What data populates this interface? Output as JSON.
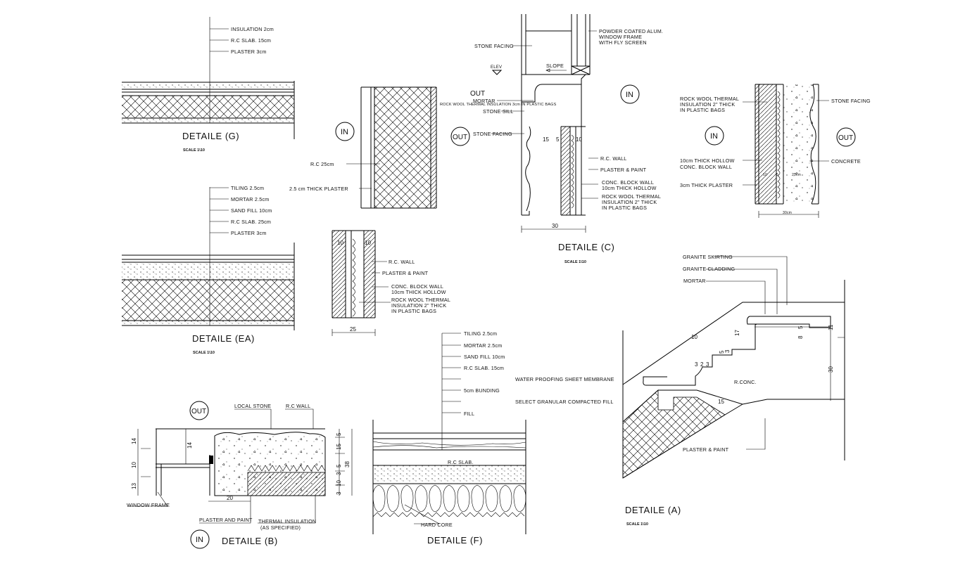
{
  "details": {
    "g": {
      "title": "DETAILE (G)",
      "scale": "SCALE 1\\10",
      "labels": [
        "INSULATION 2cm",
        "R.C SLAB. 15cm",
        "PLASTER 3cm"
      ]
    },
    "ea": {
      "title": "DETAILE (EA)",
      "scale": "SCALE 1\\10",
      "labels": [
        "TILING 2.5cm",
        "MORTAR 2.5cm",
        "SAND FILL 10cm",
        "R.C SLAB. 25cm",
        "PLASTER 3cm"
      ]
    },
    "wall1": {
      "in": "IN",
      "labels": [
        "R.C 25cm",
        "2.5 cm THICK PLASTER"
      ],
      "insulation": "ROCK WOOL THERMAL INSULATION 3cm IN PLASTIC BAGS"
    },
    "wall2": {
      "dims": [
        "10",
        "10",
        "25"
      ],
      "labels": [
        "R.C. WALL",
        "PLASTER & PAINT",
        "CONC. BLOCK WALL",
        "10cm THICK HOLLOW",
        "ROCK WOOL THERMAL",
        "INSULATION 2\" THICK",
        "IN PLASTIC BAGS"
      ]
    },
    "c": {
      "title": "DETAILE (C)",
      "scale": "SCALE 1\\10",
      "out_top": "OUT",
      "out": "OUT",
      "in": "IN",
      "elev": "ELEV",
      "slope": "SLOPE",
      "labels_left": [
        "STONE FACING",
        "MORTAR",
        "STONE SILL",
        "STONE FACING"
      ],
      "labels_right": [
        "POWDER COATED ALUM.",
        "WINDOW FRAME",
        "WITH FLY SCREEN",
        "R.C. WALL",
        "PLASTER & PAINT",
        "CONC. BLOCK WALL",
        "10cm THICK HOLLOW",
        "ROCK WOOL THERMAL",
        "INSULATION 2\" THICK",
        "IN PLASTIC BAGS"
      ],
      "dims": [
        "15",
        "5",
        "10",
        "30"
      ]
    },
    "wall3": {
      "in": "IN",
      "out": "OUT",
      "labels_left": [
        "ROCK WOOL THERMAL",
        "INSULATION 2\" THICK",
        "IN PLASTIC BAGS",
        "10cm THICK HOLLOW",
        "CONC. BLOCK WALL",
        "3cm THICK PLASTER"
      ],
      "labels_right": [
        "STONE FACING",
        "CONCRETE"
      ],
      "dims": [
        "10",
        "5",
        "25cm",
        "30cm"
      ]
    },
    "b": {
      "title": "DETAILE (B)",
      "out": "OUT",
      "in": "IN",
      "labels": [
        "LOCAL STONE",
        "R.C WALL",
        "WINDOW FRAME",
        "PLASTER AND PAINT",
        "THERMAL INSULATION",
        "(AS SPECIFIED)"
      ],
      "dims_left": [
        "14",
        "10",
        "13"
      ],
      "dims_inner": [
        "14"
      ],
      "dims_right": [
        "5",
        "15",
        "5",
        "3",
        "10",
        "3"
      ],
      "dim_total": "38",
      "dim_bottom": "20"
    },
    "f": {
      "title": "DETAILE (F)",
      "labels": [
        "TILING 2.5cm",
        "MORTAR 2.5cm",
        "SAND FILL 10cm",
        "R.C SLAB. 15cm",
        "WATER PROOFING SHEET MEMBRANE",
        "5cm BUNDING",
        "SELECT GRANULAR COMPACTED FILL",
        "FILL",
        "R.C SLAB.",
        "HARD CORE"
      ]
    },
    "a": {
      "title": "DETAILE (A)",
      "scale": "SCALE 1\\10",
      "labels": [
        "GRANITE SKIRTING",
        "GRANITE CLADDING",
        "MORTAR",
        "R.CONC.",
        "PLASTER & PAINT"
      ],
      "dims": [
        "10",
        "17",
        "5",
        "3",
        "3",
        "2",
        "3",
        "8",
        "5",
        "11",
        "30",
        "15"
      ]
    }
  }
}
